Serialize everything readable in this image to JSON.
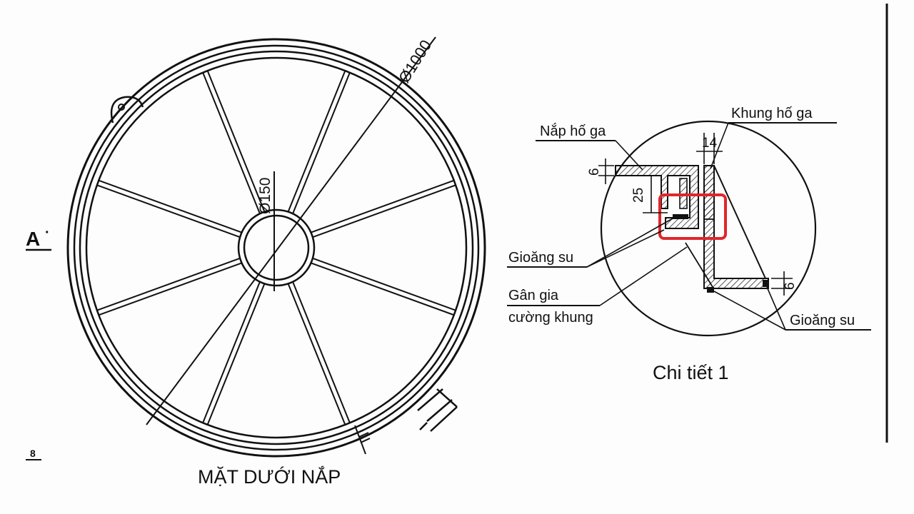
{
  "left_view": {
    "title": "MẶT DƯỚI NẮP",
    "outer_diameter_label": "Ø1000",
    "inner_diameter_label": "Ø150",
    "section_mark": "A",
    "page_mark": "8"
  },
  "detail_view": {
    "title": "Chi tiết 1",
    "labels": {
      "lid": "Nắp hố ga",
      "frame": "Khung hố ga",
      "gasket_left": "Gioăng su",
      "stiffener_line1": "Gân gia",
      "stiffener_line2": "cường khung",
      "gasket_right": "Gioăng su"
    },
    "dimensions": {
      "top_width": "14",
      "lid_thickness": "6",
      "flange_height": "25",
      "bottom_thickness": "6"
    }
  },
  "colors": {
    "ink": "#111111",
    "highlight": "#e0262b",
    "background": "#fdfdfd"
  }
}
